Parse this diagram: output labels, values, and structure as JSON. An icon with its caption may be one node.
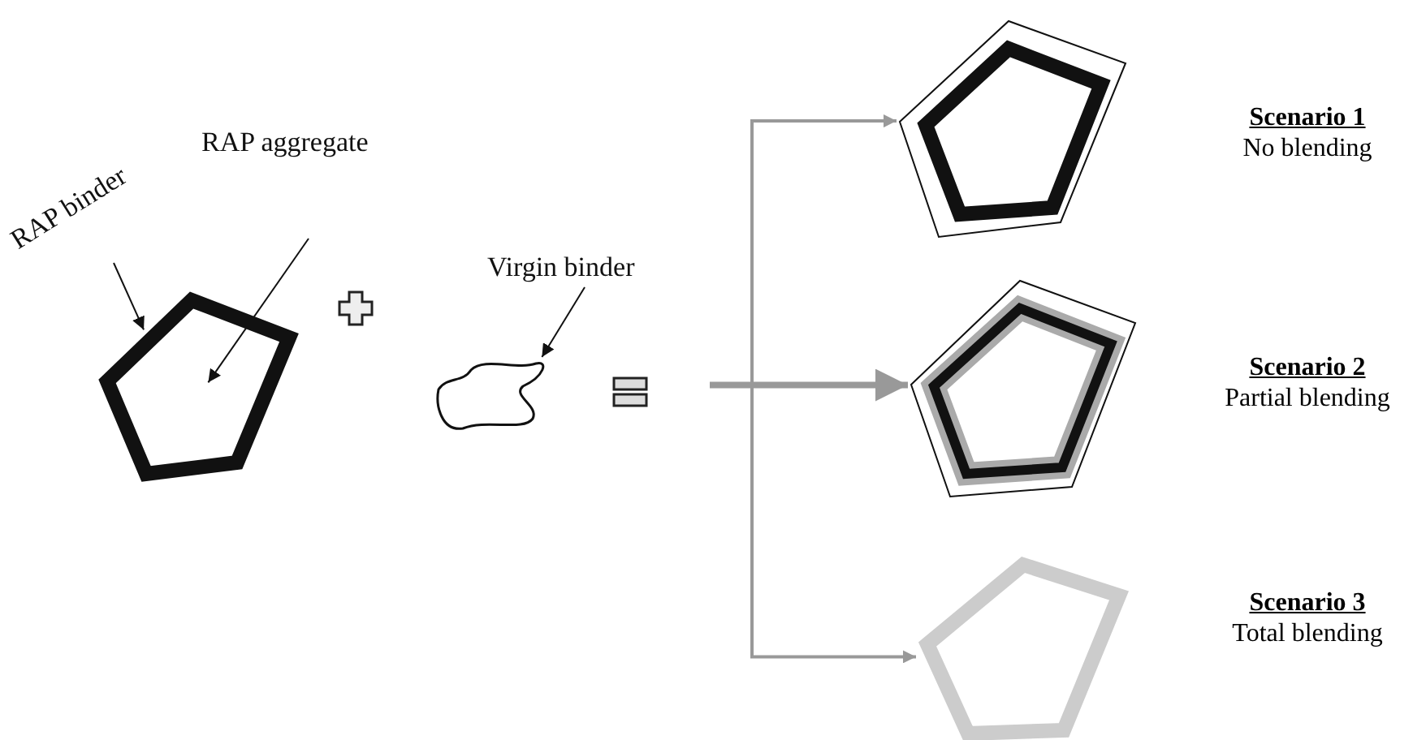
{
  "diagram": {
    "nodes": [
      {
        "text": [
          "RAP binder"
        ]
      },
      {
        "text": [
          "RAP aggregate"
        ]
      },
      {
        "text": [],
        "shape": "picture"
      },
      {
        "text": [
          "Virgin binder"
        ]
      },
      {
        "text": [],
        "shape": "picture"
      },
      {
        "text": [],
        "shape": "picture",
        "beside": [
          "Scenario 1",
          "No blending"
        ]
      },
      {
        "text": [],
        "shape": "picture",
        "beside": [
          "Scenario 2",
          "Partial blending"
        ]
      },
      {
        "text": [],
        "shape": "picture",
        "beside": [
          "Scenario 3",
          "Total blending"
        ]
      }
    ],
    "edges": [
      {
        "from": 0,
        "to": 2,
        "arrow": "to"
      },
      {
        "from": 1,
        "to": 2,
        "arrow": "to"
      },
      {
        "from": 3,
        "to": 4,
        "arrow": "to"
      },
      {
        "from": null,
        "to": 5,
        "arrow": "to",
        "color": "#999999"
      },
      {
        "from": null,
        "to": 6,
        "arrow": "to",
        "style": "thick",
        "color": "#999999"
      },
      {
        "from": null,
        "to": 7,
        "arrow": "to",
        "color": "#999999"
      }
    ]
  }
}
